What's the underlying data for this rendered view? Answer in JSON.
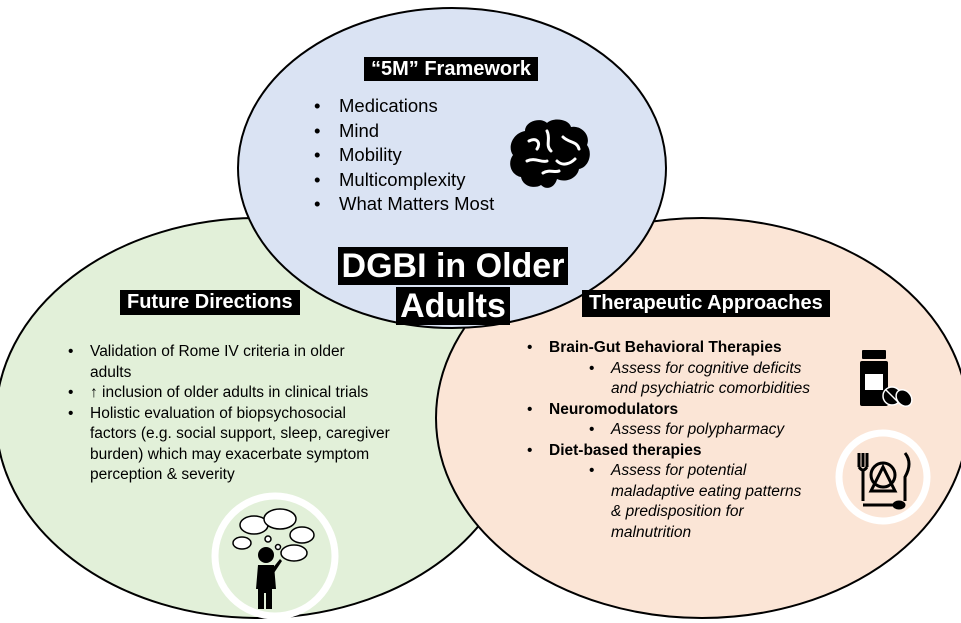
{
  "center_title": [
    "DGBI in Older",
    "Adults"
  ],
  "top_circle": {
    "title": "“5M” Framework",
    "items": [
      "Medications",
      "Mind",
      "Mobility",
      "Multicomplexity",
      "What Matters Most"
    ],
    "icon": "brain-icon"
  },
  "left_circle": {
    "title": "Future Directions",
    "items": [
      "Validation of Rome IV criteria in older adults",
      "↑ inclusion of older adults in clinical trials",
      "Holistic evaluation of biopsychosocial factors (e.g. social support, sleep, caregiver burden) which may exacerbate symptom perception & severity"
    ],
    "icon": "thinking-person-icon"
  },
  "right_circle": {
    "title": "Therapeutic Approaches",
    "sections": [
      {
        "heading": "Brain-Gut Behavioral Therapies",
        "note": "Assess for cognitive deficits and psychiatric comorbidities"
      },
      {
        "heading": "Neuromodulators",
        "note": "Assess for polypharmacy"
      },
      {
        "heading": "Diet-based therapies",
        "note": "Assess for potential maladaptive eating patterns & predisposition for malnutrition"
      }
    ],
    "icons": [
      "pill-bottle-icon",
      "plate-utensils-icon"
    ]
  },
  "colors": {
    "top_fill": "#dae3f3",
    "left_fill": "#e2f0d9",
    "right_fill": "#fbe5d6",
    "outline": "#000000"
  }
}
